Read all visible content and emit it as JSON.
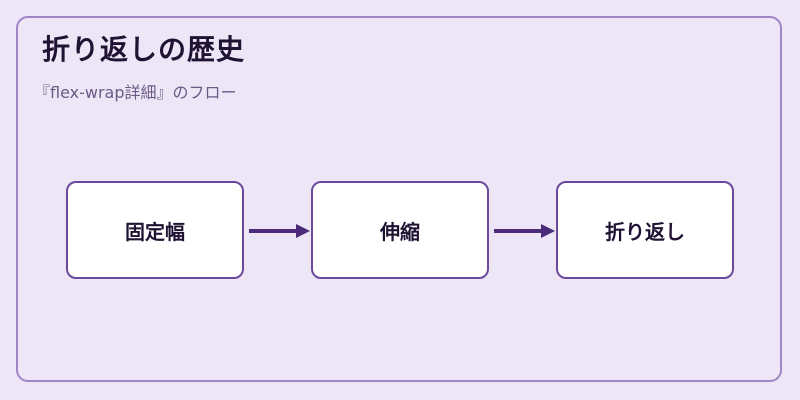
{
  "header": {
    "title": "折り返しの歴史",
    "subtitle": "『flex-wrap詳細』のフロー"
  },
  "flow": {
    "steps": [
      {
        "label": "固定幅"
      },
      {
        "label": "伸縮"
      },
      {
        "label": "折り返し"
      }
    ]
  },
  "colors": {
    "background": "#ede6f6",
    "frame_border": "#9e86c8",
    "box_border": "#6b4a9e",
    "arrow": "#4b2a7a",
    "title_text": "#1f1233"
  }
}
